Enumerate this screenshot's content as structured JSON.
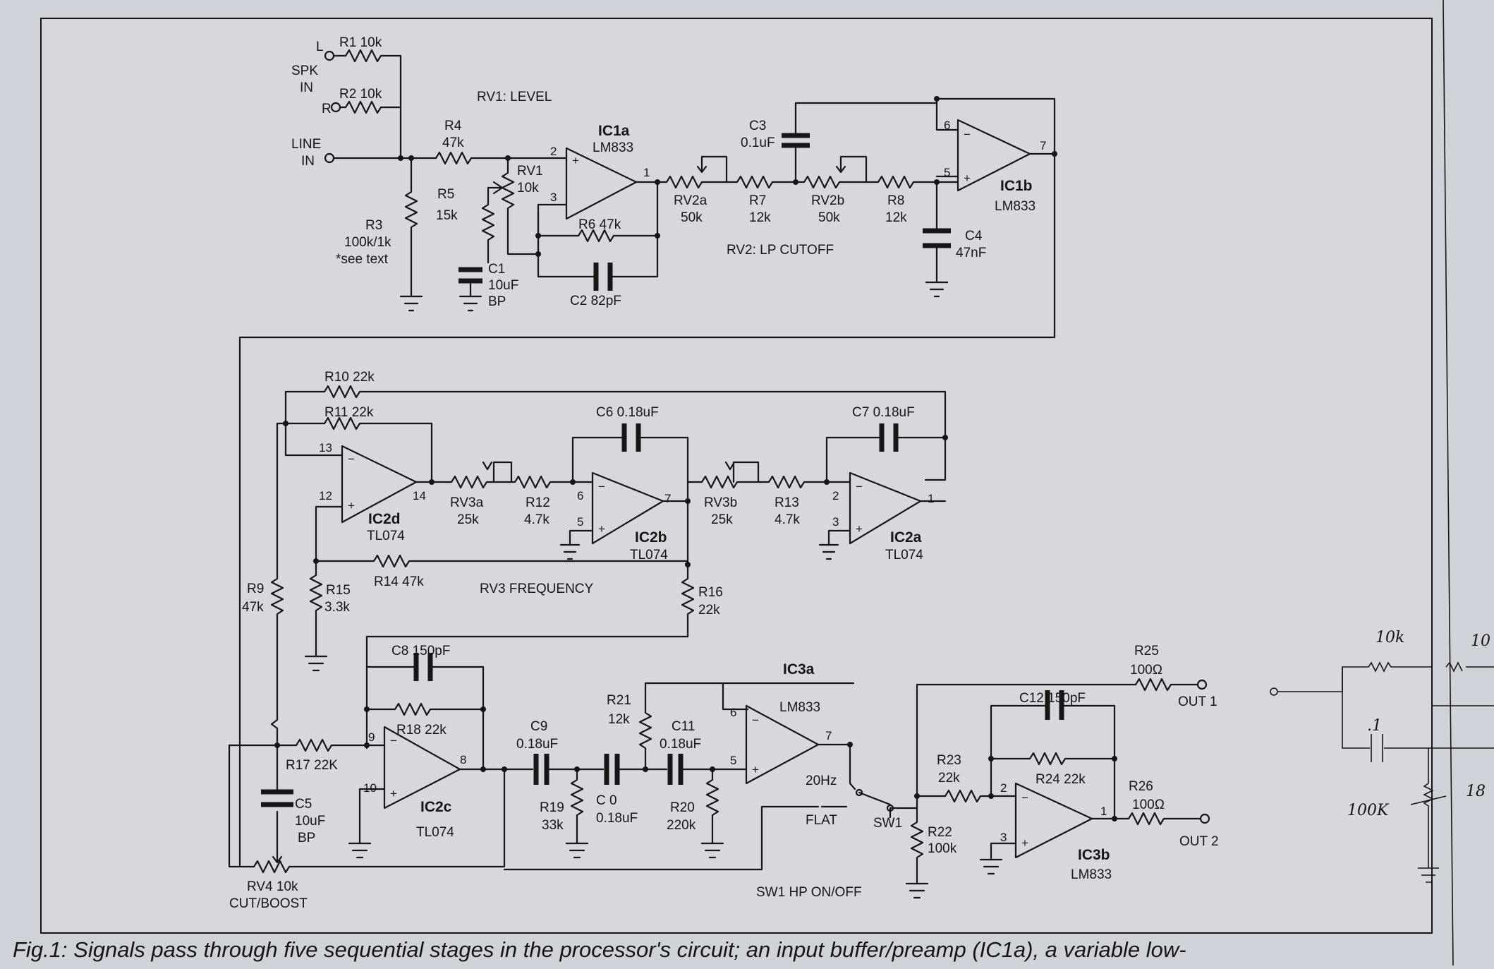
{
  "caption": "Fig.1: Signals pass through five sequential stages in the processor's circuit; an input buffer/preamp (IC1a), a variable low-",
  "components": {
    "R1": "R1 10k",
    "R2": "R2 10k",
    "R3": [
      "R3",
      "100k/1k",
      "*see text"
    ],
    "R4": [
      "R4",
      "47k"
    ],
    "R5": [
      "R5",
      "15k"
    ],
    "RV1": [
      "RV1",
      "10k"
    ],
    "R6": "R6 47k",
    "C1": [
      "C1",
      "10uF",
      "BP"
    ],
    "C2": "C2 82pF",
    "C3": [
      "C3",
      "0.1uF"
    ],
    "RV2a": [
      "RV2a",
      "50k"
    ],
    "R7": [
      "R7",
      "12k"
    ],
    "RV2b": [
      "RV2b",
      "50k"
    ],
    "R8": [
      "R8",
      "12k"
    ],
    "C4": [
      "C4",
      "47nF"
    ],
    "R10": "R10 22k",
    "R11": "R11 22k",
    "C6": "C6 0.18uF",
    "C7": "C7 0.18uF",
    "RV3a": [
      "RV3a",
      "25k"
    ],
    "R12": [
      "R12",
      "4.7k"
    ],
    "RV3b": [
      "RV3b",
      "25k"
    ],
    "R13": [
      "R13",
      "4.7k"
    ],
    "R9": [
      "R9",
      "47k"
    ],
    "R15": [
      "R15",
      "3.3k"
    ],
    "R14": "R14 47k",
    "R16": [
      "R16",
      "22k"
    ],
    "C8": "C8 150pF",
    "R18": "R18 22k",
    "R17": "R17 22K",
    "C5": [
      "C5",
      "10uF",
      "BP"
    ],
    "RV4": [
      "RV4 10k",
      "CUT/BOOST"
    ],
    "C9": [
      "C9",
      "0.18uF"
    ],
    "R19": [
      "R19",
      "33k"
    ],
    "C10": [
      "C 0",
      "0.18uF"
    ],
    "R21": [
      "R21",
      "12k"
    ],
    "C11": [
      "C11",
      "0.18uF"
    ],
    "R20": [
      "R20",
      "220k"
    ],
    "R25": [
      "R25",
      "100Ω"
    ],
    "C12": "C12 150pF",
    "R23": [
      "R23",
      "22k"
    ],
    "R24": "R24 22k",
    "R26": [
      "R26",
      "100Ω"
    ],
    "R22": [
      "R22",
      "100k"
    ]
  },
  "ics": {
    "IC1a": [
      "IC1a",
      "LM833"
    ],
    "IC1b": [
      "IC1b",
      "LM833"
    ],
    "IC2d": [
      "IC2d",
      "TL074"
    ],
    "IC2b": [
      "IC2b",
      "TL074"
    ],
    "IC2a": [
      "IC2a",
      "TL074"
    ],
    "IC2c": [
      "IC2c",
      "TL074"
    ],
    "IC3a": [
      "IC3a",
      "LM833"
    ],
    "IC3b": [
      "IC3b",
      "LM833"
    ]
  },
  "ports": {
    "spk_l": "L",
    "spk_r": "R",
    "spk_in": [
      "SPK",
      "IN"
    ],
    "line_in": [
      "LINE",
      "IN"
    ],
    "out1": "OUT 1",
    "out2": "OUT 2"
  },
  "notes": {
    "rv1": "RV1: LEVEL",
    "rv2": "RV2: LP CUTOFF",
    "rv3": "RV3 FREQUENCY",
    "sw1_20hz": "20Hz",
    "sw1_flat": "FLAT",
    "sw1": "SW1",
    "sw1_note": "SW1 HP ON/OFF"
  },
  "pins": {
    "ic1a": [
      "2",
      "3",
      "1"
    ],
    "ic1b": [
      "6",
      "5",
      "7"
    ],
    "ic2d": [
      "13",
      "12",
      "14"
    ],
    "ic2b": [
      "6",
      "5",
      "7"
    ],
    "ic2a": [
      "2",
      "3",
      "1"
    ],
    "ic2c": [
      "9",
      "10",
      "8"
    ],
    "ic3a": [
      "6",
      "5",
      "7"
    ],
    "ic3b": [
      "2",
      "3",
      "1"
    ]
  },
  "handwritten": {
    "r_top": "10k",
    "r_top2": "10",
    "cap": ".1",
    "pot": "100K",
    "num": "18"
  }
}
